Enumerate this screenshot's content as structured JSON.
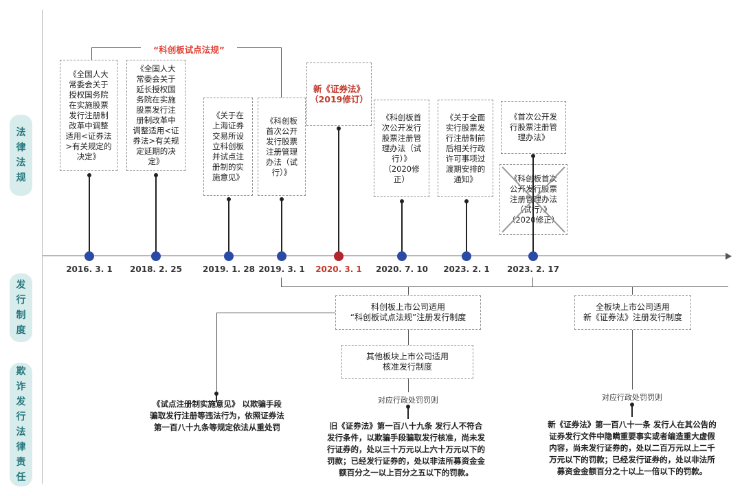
{
  "sidebar": {
    "law": [
      "法",
      "律",
      "法",
      "规"
    ],
    "issue": [
      "发",
      "行",
      "制",
      "度"
    ],
    "fraud": [
      "欺",
      "诈",
      "发",
      "行",
      "法",
      "律",
      "责",
      "任"
    ]
  },
  "pilot_title": "“科创板试点法规”",
  "docs": {
    "d1": "《全国人大\n常委会关于\n授权国务院\n在实施股票\n发行注册制\n改革中调整\n适用<证券法\n>有关规定的\n决定》",
    "d2": "《全国人大\n常委会关于\n延长授权国\n务院在实施\n股票发行注\n册制改革中\n调整适用<证\n券法>有关规\n定延期的决\n定》",
    "d3": "《关于在\n上海证券\n交易所设\n立科创板\n并试点注\n册制的实\n施意见》",
    "d4": "《科创板\n首次公开\n发行股票\n注册管理\n办法（试\n行）》",
    "d5": "新《证券法》\n（2019修订）",
    "d6": "《科创板首\n次公开发行\n股票注册管\n理办法（试\n行）》\n（2020修\n正）",
    "d7": "《关于全面\n实行股票发\n行注册制前\n后相关行政\n许可事项过\n渡期安排的\n通知》",
    "d8": "《首次公开发\n行股票注册管\n理办法》",
    "d9": "《科创板首次\n公开发行股票\n注册管理办法\n（试行）》\n（2020修正）"
  },
  "dates": [
    "2016. 3. 1",
    "2018. 2. 25",
    "2019. 1. 28",
    "2019. 3. 1",
    "2020. 3. 1",
    "2020. 7. 10",
    "2023. 2. 1",
    "2023. 2. 17"
  ],
  "regimes": {
    "star": "科创板上市公司适用\n“科创板试点法规”注册发行制度",
    "other": "其他板块上市公司适用\n核准发行制度",
    "all": "全板块上市公司适用\n新《证券法》注册发行制度"
  },
  "penalty_label_1": "对应行政处罚罚则",
  "penalty_label_2": "对应行政处罚罚则",
  "liability": {
    "pilot": "《试点注册制实施意见》 以欺骗手段\n骗取发行注册等违法行为，依照证券法\n第一百八十九条等规定依法从重处罚",
    "old": "旧《证券法》第一百八十九条   发行人不符合\n发行条件，以欺骗手段骗取发行核准，尚未发\n行证券的，处以三十万元以上六十万元以下的\n罚款；已经发行证券的，处以非法所募资金金\n额百分之一以上百分之五以下的罚款。",
    "new": "新《证券法》第一百八十一条 发行人在其公告的\n证券发行文件中隐瞒重要事实或者编造重大虚假\n内容，尚未发行证券的，处以二百万元以上二千\n万元以下的罚款；已经发行证券的，处以非法所\n募资金金额百分之十以上一倍以下的罚款。"
  }
}
